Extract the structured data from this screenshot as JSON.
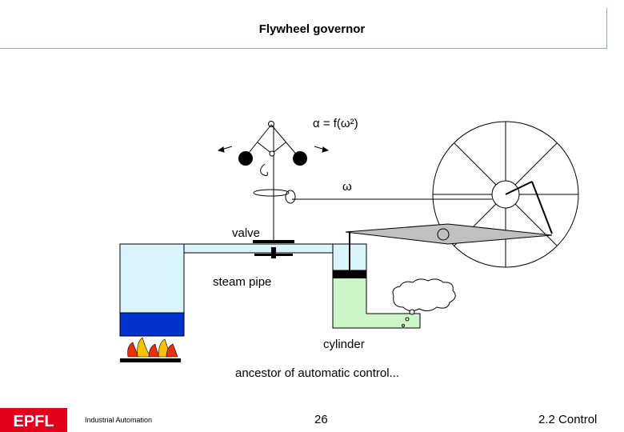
{
  "title": "Flywheel governor",
  "labels": {
    "alpha_formula": "α = f(ω²)",
    "omega": "ω",
    "valve": "valve",
    "steam_pipe": "steam pipe",
    "cylinder": "cylinder",
    "caption": "ancestor of automatic control..."
  },
  "footer": {
    "logo_text": "EPFL",
    "course": "Industrial Automation",
    "page_number": "26",
    "section": "2.2 Control"
  },
  "colors": {
    "water_light": "#d9f4fa",
    "water_dark": "#0033cc",
    "cylinder_fill": "#ccf5c8",
    "lever_fill": "#c0c0c0",
    "logo_red": "#e2001a",
    "fire_red": "#e83010",
    "fire_yellow": "#f5c400"
  }
}
